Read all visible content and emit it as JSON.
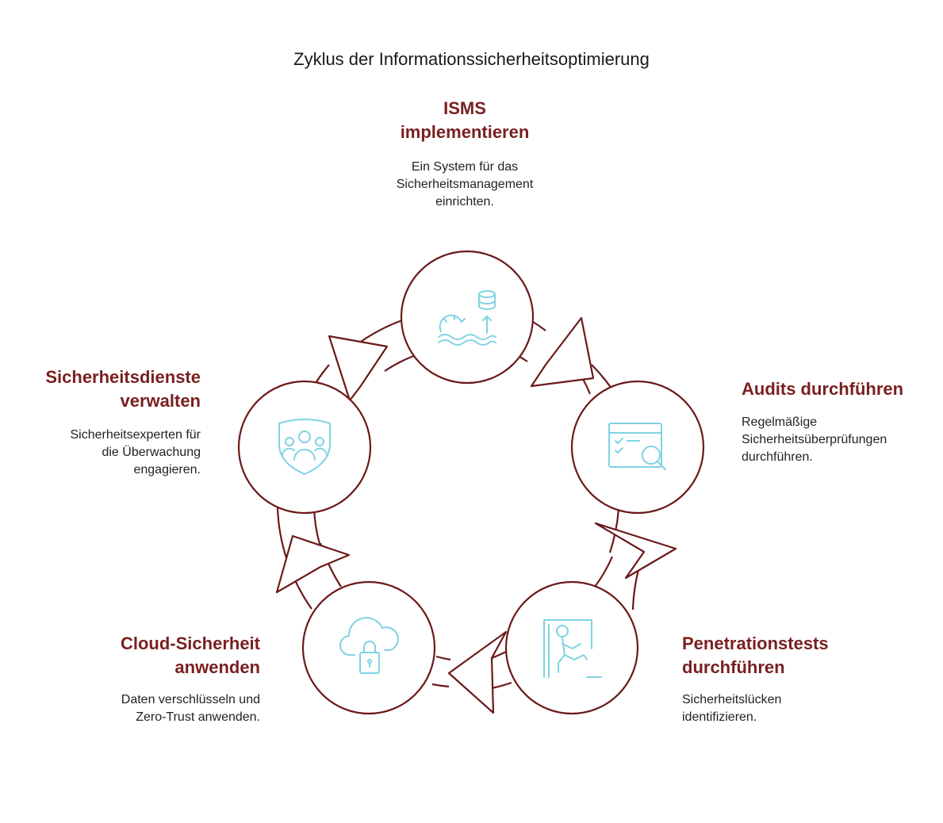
{
  "title": "Zyklus der Informationssicherheitsoptimierung",
  "colors": {
    "stroke": "#6b1a1a",
    "icon": "#7fd3e3",
    "title_text": "#7a1f1f"
  },
  "steps": [
    {
      "id": "isms",
      "title_lines": [
        "ISMS",
        "implementieren"
      ],
      "desc_lines": [
        "Ein System für das",
        "Sicherheitsmanagement",
        "einrichten."
      ],
      "icon": "gear-database-icon"
    },
    {
      "id": "audits",
      "title_lines": [
        "Audits durchführen"
      ],
      "desc_lines": [
        "Regelmäßige",
        "Sicherheitsüberprüfungen",
        "durchführen."
      ],
      "icon": "audit-search-icon"
    },
    {
      "id": "pentest",
      "title_lines": [
        "Penetrationstests",
        "durchführen"
      ],
      "desc_lines": [
        "Sicherheitslücken",
        "identifizieren."
      ],
      "icon": "intruder-door-icon"
    },
    {
      "id": "cloud",
      "title_lines": [
        "Cloud-Sicherheit",
        "anwenden"
      ],
      "desc_lines": [
        "Daten verschlüsseln und",
        "Zero-Trust anwenden."
      ],
      "icon": "cloud-lock-icon"
    },
    {
      "id": "services",
      "title_lines": [
        "Sicherheitsdienste",
        "verwalten"
      ],
      "desc_lines": [
        "Sicherheitsexperten für",
        "die Überwachung",
        "engagieren."
      ],
      "icon": "shield-team-icon"
    }
  ]
}
